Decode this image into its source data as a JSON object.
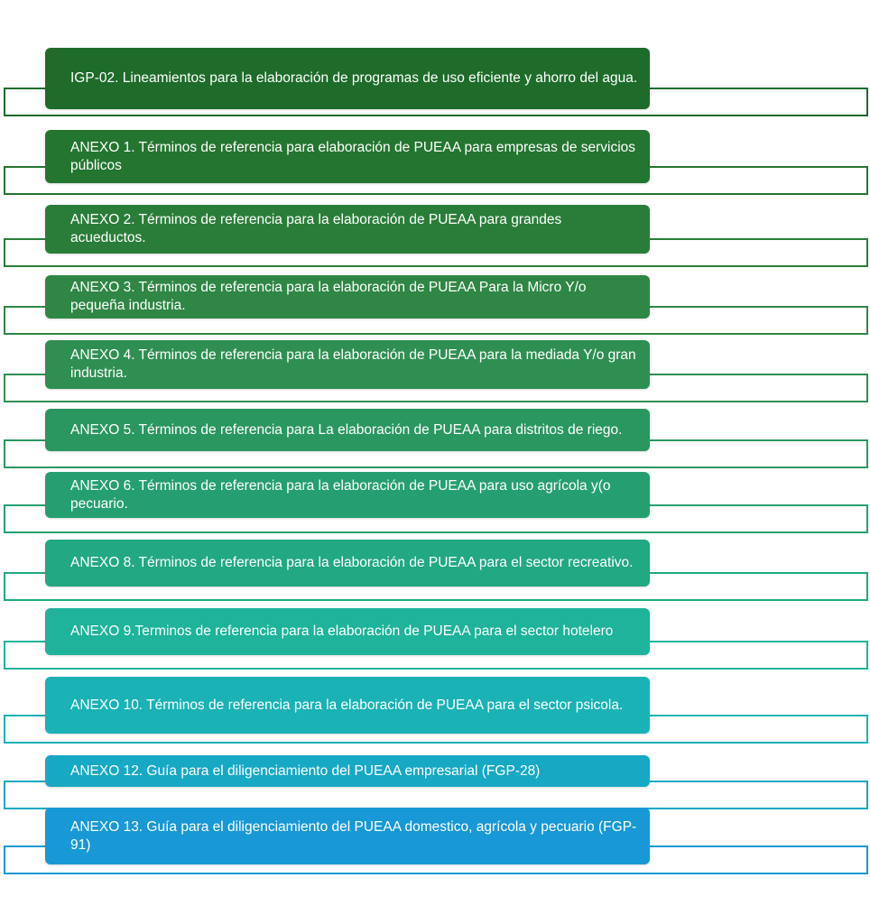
{
  "items": [
    {
      "text": "IGP-02. Lineamientos para la elaboración de programas de uso eficiente y ahorro del agua.",
      "color": "#1e6b2a"
    },
    {
      "text": "ANEXO 1. Términos de referencia para elaboración de PUEAA para empresas de servicios públicos",
      "color": "#247530"
    },
    {
      "text": "ANEXO 2. Términos de referencia para la elaboración de PUEAA para grandes acueductos.",
      "color": "#2a7d39"
    },
    {
      "text": "ANEXO 3. Términos de referencia para la elaboración de PUEAA Para la Micro Y/o pequeña industria.",
      "color": "#2f8645"
    },
    {
      "text": "ANEXO 4. Términos de referencia para la elaboración de PUEAA para la mediada Y/o gran industria.",
      "color": "#2f8f53"
    },
    {
      "text": "ANEXO 5. Términos de referencia para La elaboración de PUEAA para distritos de riego.",
      "color": "#2a9660"
    },
    {
      "text": "ANEXO 6. Términos de referencia para la elaboración de PUEAA para uso agrícola y(o pecuario.",
      "color": "#269f70"
    },
    {
      "text": "ANEXO 8. Términos de referencia para la elaboración de PUEAA para el sector recreativo.",
      "color": "#22a882"
    },
    {
      "text": "ANEXO 9.Terminos de referencia para la elaboración de PUEAA para el sector hotelero",
      "color": "#1eb39a"
    },
    {
      "text": "ANEXO 10. Términos de referencia para la elaboración de PUEAA para el sector psicola.",
      "color": "#1ab2b4"
    },
    {
      "text": "ANEXO 12. Guía para el diligenciamiento del PUEAA  empresarial (FGP-28)",
      "color": "#17a8c4"
    },
    {
      "text": "ANEXO 13. Guía para el diligenciamiento del PUEAA domestico, agrícola y pecuario (FGP-91)",
      "color": "#1898d4"
    }
  ]
}
